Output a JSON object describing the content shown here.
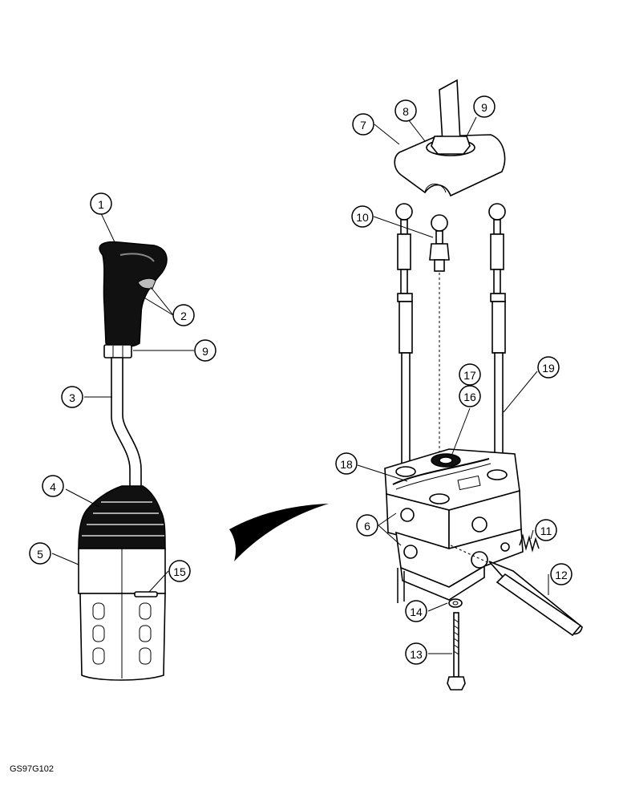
{
  "figure_code": "GS97G102",
  "callouts": [
    {
      "id": "c1",
      "label": "1"
    },
    {
      "id": "c2",
      "label": "2"
    },
    {
      "id": "c9a",
      "label": "9"
    },
    {
      "id": "c3",
      "label": "3"
    },
    {
      "id": "c4",
      "label": "4"
    },
    {
      "id": "c5",
      "label": "5"
    },
    {
      "id": "c15",
      "label": "15"
    },
    {
      "id": "c7",
      "label": "7"
    },
    {
      "id": "c8",
      "label": "8"
    },
    {
      "id": "c9b",
      "label": "9"
    },
    {
      "id": "c10",
      "label": "10"
    },
    {
      "id": "c17",
      "label": "17"
    },
    {
      "id": "c16",
      "label": "16"
    },
    {
      "id": "c19",
      "label": "19"
    },
    {
      "id": "c18",
      "label": "18"
    },
    {
      "id": "c6",
      "label": "6"
    },
    {
      "id": "c11",
      "label": "11"
    },
    {
      "id": "c12",
      "label": "12"
    },
    {
      "id": "c14",
      "label": "14"
    },
    {
      "id": "c13",
      "label": "13"
    }
  ]
}
